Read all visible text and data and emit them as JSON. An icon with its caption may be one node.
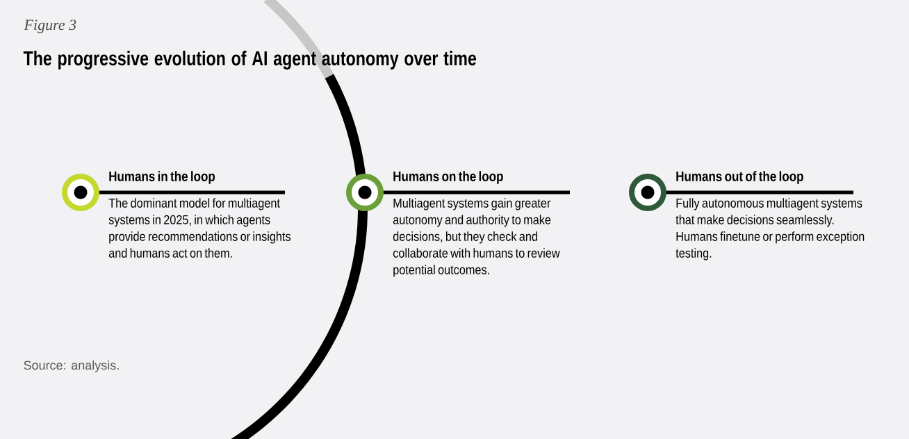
{
  "diagram": {
    "title": "The progressive evolution of AI agent autonomy over time",
    "nodes": [
      {
        "text": [
          "Humans in the loop",
          "The dominant model for multiagent systems in 2025, in which agents provide recommendations or insights and humans act on them."
        ]
      },
      {
        "text": [
          "Humans on the loop",
          "Multiagent systems gain greater autonomy and authority to make decisions, but they check and collaborate with humans to review potential outcomes."
        ]
      },
      {
        "text": [
          "Humans out of the loop",
          "Fully autonomous multiagent systems that make decisions seamlessly. Humans finetune or perform exception testing."
        ]
      }
    ],
    "labels": [
      "Figure 3",
      "Source: analysis."
    ]
  }
}
